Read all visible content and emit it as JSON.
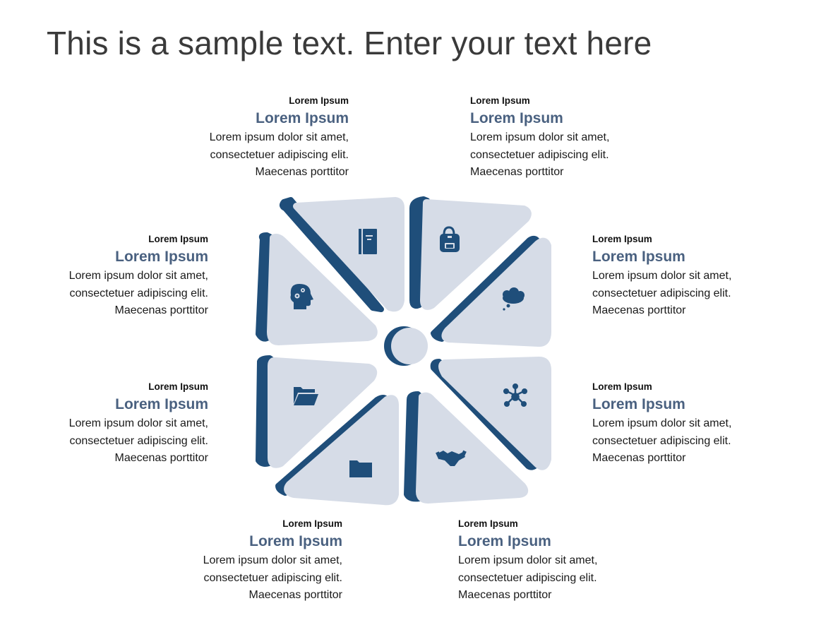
{
  "title": "This is a sample text. Enter your text here",
  "colors": {
    "accent": "#1f4e7a",
    "petal_fill": "#d6dce7",
    "heading": "#4a6180",
    "title": "#3a3a3a"
  },
  "blocks": [
    {
      "id": "top-left",
      "label": "Lorem Ipsum",
      "heading": "Lorem Ipsum",
      "lines": [
        "Lorem ipsum dolor sit amet,",
        "consectetuer adipiscing elit.",
        "Maecenas porttitor"
      ]
    },
    {
      "id": "top-right",
      "label": "Lorem Ipsum",
      "heading": "Lorem Ipsum",
      "lines": [
        "Lorem ipsum dolor sit amet,",
        "consectetuer adipiscing elit.",
        "Maecenas porttitor"
      ]
    },
    {
      "id": "mid-left-upper",
      "label": "Lorem Ipsum",
      "heading": "Lorem Ipsum",
      "lines": [
        "Lorem ipsum dolor sit amet,",
        "consectetuer adipiscing elit.",
        "Maecenas porttitor"
      ]
    },
    {
      "id": "mid-right-upper",
      "label": "Lorem Ipsum",
      "heading": "Lorem Ipsum",
      "lines": [
        "Lorem ipsum dolor sit amet,",
        "consectetuer adipiscing elit.",
        "Maecenas porttitor"
      ]
    },
    {
      "id": "mid-left-lower",
      "label": "Lorem Ipsum",
      "heading": "Lorem Ipsum",
      "lines": [
        "Lorem ipsum dolor sit amet,",
        "consectetuer adipiscing elit.",
        "Maecenas porttitor"
      ]
    },
    {
      "id": "mid-right-lower",
      "label": "Lorem Ipsum",
      "heading": "Lorem Ipsum",
      "lines": [
        "Lorem ipsum dolor sit amet,",
        "consectetuer adipiscing elit.",
        "Maecenas porttitor"
      ]
    },
    {
      "id": "bottom-left",
      "label": "Lorem Ipsum",
      "heading": "Lorem Ipsum",
      "lines": [
        "Lorem ipsum dolor sit amet,",
        "consectetuer adipiscing elit.",
        "Maecenas porttitor"
      ]
    },
    {
      "id": "bottom-right",
      "label": "Lorem Ipsum",
      "heading": "Lorem Ipsum",
      "lines": [
        "Lorem ipsum dolor sit amet,",
        "consectetuer adipiscing elit.",
        "Maecenas porttitor"
      ]
    }
  ],
  "segments": [
    {
      "position": "top-left",
      "icon": "book-icon"
    },
    {
      "position": "top-right",
      "icon": "backpack-icon"
    },
    {
      "position": "left-upper",
      "icon": "head-gears-icon"
    },
    {
      "position": "right-upper",
      "icon": "thought-cloud-icon"
    },
    {
      "position": "left-lower",
      "icon": "open-folder-icon"
    },
    {
      "position": "right-lower",
      "icon": "network-icon"
    },
    {
      "position": "bottom-left",
      "icon": "folder-icon"
    },
    {
      "position": "bottom-right",
      "icon": "handshake-icon"
    }
  ]
}
